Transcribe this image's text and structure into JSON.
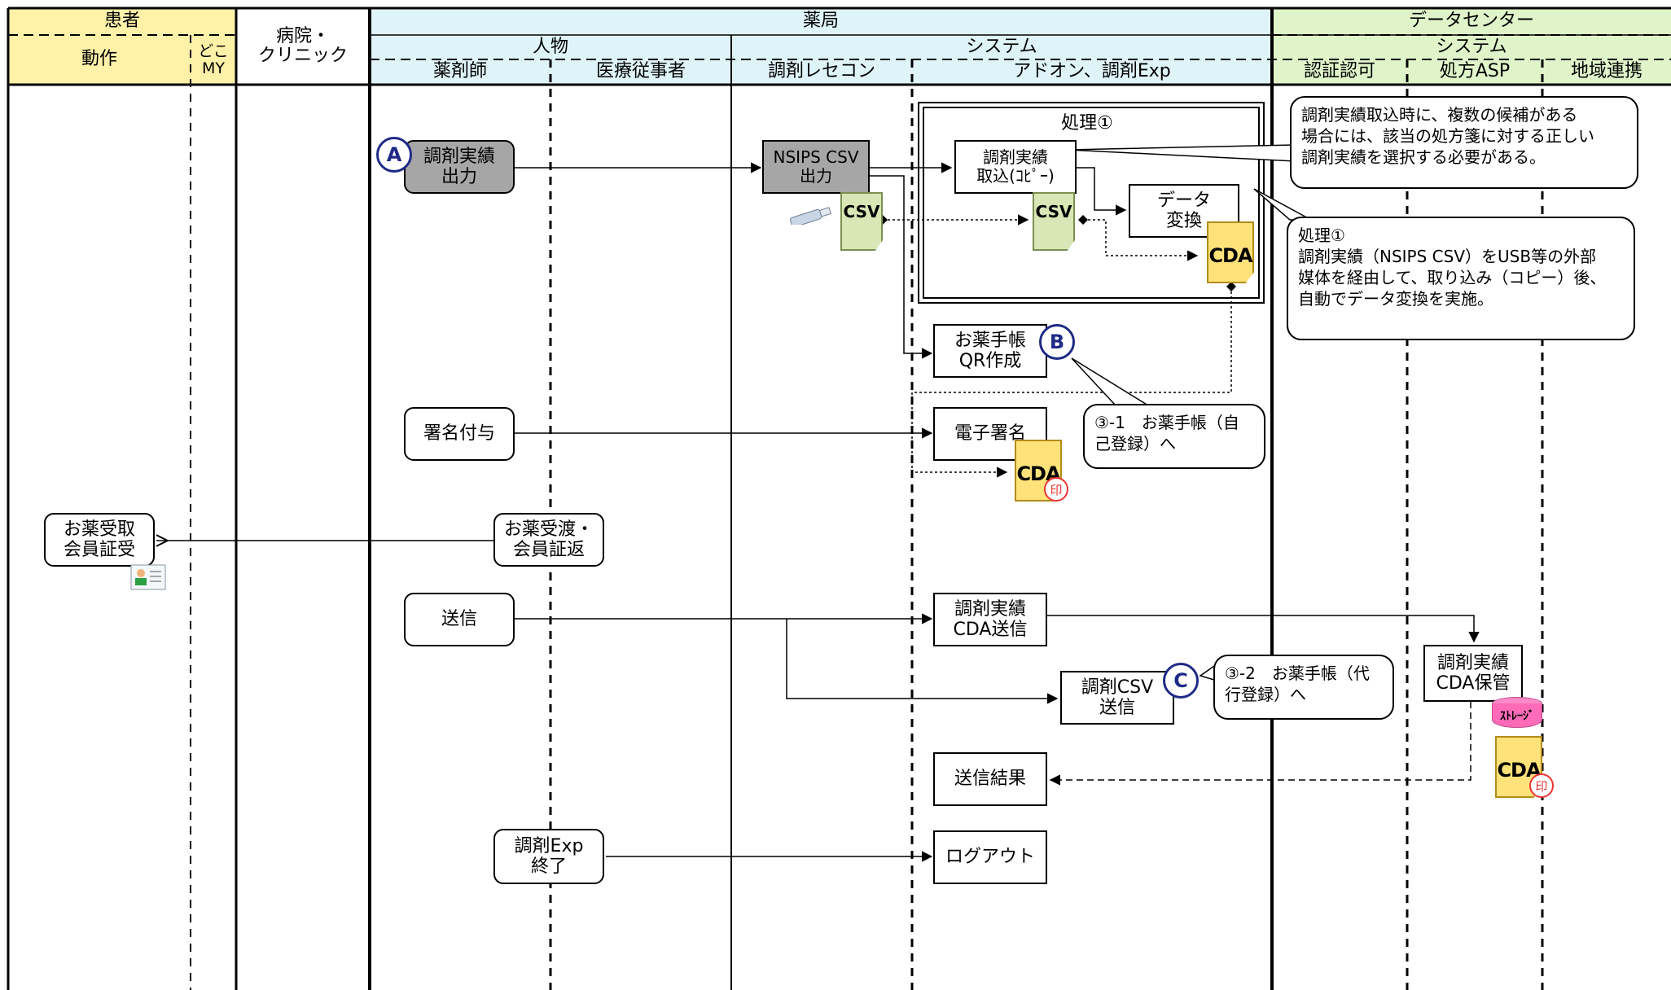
{
  "colors": {
    "patient": "#fff2a8",
    "hospital": "#ffffff",
    "pharmacy": "#dff4f9",
    "datacenter": "#dff5c9",
    "grey_box": "#a6a6a6",
    "badge": "#1f2a86",
    "csv_doc": "#d8e7b5",
    "cda_doc": "#ffe27a",
    "storage": "#ff6ab9",
    "stamp": "#e33333"
  },
  "header": {
    "patient": {
      "title": "患者",
      "action": "動作",
      "dokomy": "どこ\nMY"
    },
    "hospital": {
      "title": "病院・\nクリニック"
    },
    "pharmacy": {
      "title": "薬局",
      "person": "人物",
      "system": "システム",
      "pharmacist": "薬剤師",
      "staff": "医療従事者",
      "receipt": "調剤レセコン",
      "addon": "アドオン、調剤Exp"
    },
    "datacenter": {
      "title": "データセンター",
      "system": "システム",
      "auth": "認証認可",
      "asp": "処方ASP",
      "regional": "地域連携"
    }
  },
  "nodes": {
    "dispense_output": "調剤実績\n出力",
    "nsips_output": "NSIPS CSV\n出力",
    "process_title": "処理①",
    "import_copy": "調剤実績\n取込(ｺﾋﾟｰ)",
    "data_convert": "データ\n変換",
    "qr_create": "お薬手帳\nQR作成",
    "sign_add": "署名付与",
    "e_signature": "電子署名",
    "handover": "お薬受渡・\n会員証返",
    "receive": "お薬受取\n会員証受",
    "send": "送信",
    "cda_send": "調剤実績\nCDA送信",
    "csv_send": "調剤CSV\n送信",
    "cda_store": "調剤実績\nCDA保管",
    "send_result": "送信結果",
    "exp_end": "調剤Exp\n終了",
    "logout": "ログアウト"
  },
  "badges": {
    "a": "A",
    "b": "B",
    "c": "C"
  },
  "callouts": {
    "candidates": "調剤実績取込時に、複数の候補がある\n場合には、該当の処方箋に対する正しい\n調剤実績を選択する必要がある。",
    "process": "処理①\n調剤実績（NSIPS CSV）をUSB等の外部\n媒体を経由して、取り込み（コピー）後、\n自動でデータ変換を実施。",
    "self_reg": "③-1　お薬手帳（自\n己登録）へ",
    "proxy_reg": "③-2　お薬手帳（代\n行登録）へ"
  },
  "icons": {
    "csv": "CSV",
    "cda": "CDA",
    "stamp": "印",
    "storage": "ｽﾄﾚｰｼﾞ",
    "usb": "usb-stick-icon",
    "card": "member-card-icon"
  }
}
